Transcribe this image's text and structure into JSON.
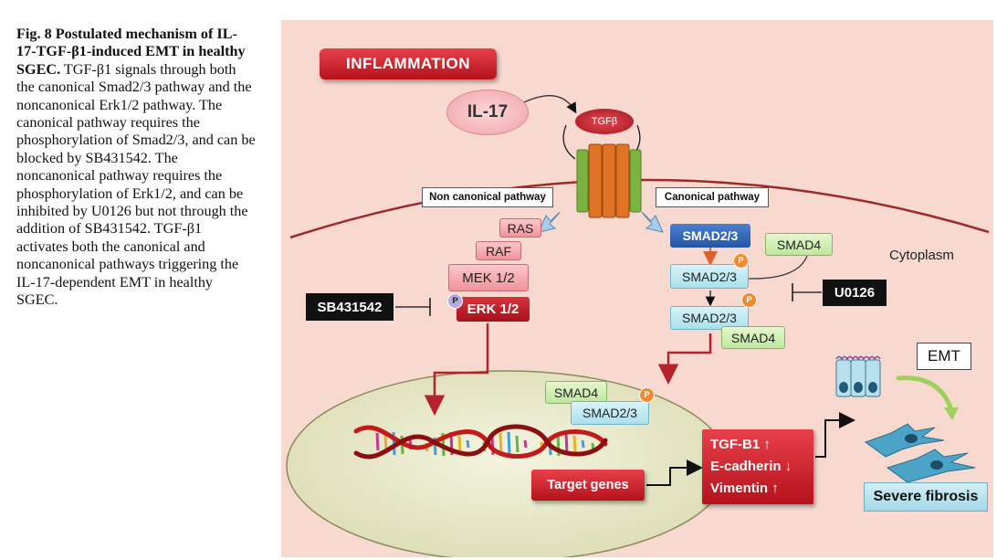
{
  "caption": {
    "label": "Fig. 8 Postulated mechanism of IL-17-TGF-β1-induced EMT in healthy SGEC.",
    "text": "TGF-β1 signals through both the canonical Smad2/3 pathway and the noncanonical Erk1/2 pathway. The canonical pathway requires the phosphorylation of Smad2/3, and can be blocked by SB431542. The noncanonical pathway requires the phosphorylation of Erk1/2, and can be inhibited by U0126 but not through the addition of SB431542. TGF-β1 activates both the canonical and noncanonical pathways triggering the IL-17-dependent EMT in healthy SGEC."
  },
  "diagram": {
    "inflammation": "INFLAMMATION",
    "il17": "IL-17",
    "tgfb": "TGFβ",
    "noncanonical_label": "Non canonical pathway",
    "canonical_label": "Canonical pathway",
    "cytoplasm": "Cytoplasm",
    "ras": "RAS",
    "raf": "RAF",
    "mek": "MEK 1/2",
    "erk": "ERK 1/2",
    "sb_inhibitor": "SB431542",
    "u_inhibitor": "U0126",
    "smad23_top": "SMAD2/3",
    "smad4_top": "SMAD4",
    "smad23_p1": "SMAD2/3",
    "smad23_p2": "SMAD2/3",
    "smad4_complex": "SMAD4",
    "smad4_nucleus": "SMAD4",
    "smad23_nucleus": "SMAD2/3",
    "phospho_symbol": "P",
    "target_genes": "Target genes",
    "outcome_tgf": "TGF-B1 ↑",
    "outcome_ecad": "E-cadherin ↓",
    "outcome_vim": "Vimentin ↑",
    "emt": "EMT",
    "severe_fibrosis": "Severe fibrosis"
  },
  "colors": {
    "panel_bg": "#f8d9cf",
    "nucleus": "#ebebcf",
    "arrow_red": "#b5222b",
    "membrane": "#9c2a2a"
  }
}
